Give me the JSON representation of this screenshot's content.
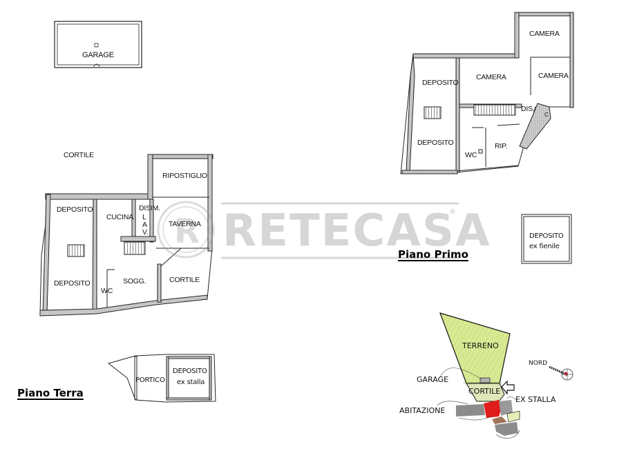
{
  "watermark": {
    "text": "RETECASA",
    "registered": "®"
  },
  "piano_terra": {
    "title": "Piano Terra",
    "garage": "GARAGE",
    "cortile_outside": "CORTILE",
    "rooms": {
      "ripostiglio": "RIPOSTIGLIO",
      "deposito_1": "DEPOSITO",
      "deposito_2": "DEPOSITO",
      "cucina": "CUCINA",
      "disim": "DISIM.",
      "lav_l": "L",
      "lav_a": "A",
      "lav_v": "V.",
      "taverna": "TAVERNA",
      "wc": "WC",
      "sogg": "SOGG.",
      "cortile": "CORTILE"
    },
    "annex": {
      "portico": "PORTICO",
      "deposito": "DEPOSITO",
      "deposito_sub": "ex stalla"
    }
  },
  "piano_primo": {
    "title": "Piano Primo",
    "rooms": {
      "camera_top": "CAMERA",
      "camera_mid": "CAMERA",
      "camera_right": "CAMERA",
      "deposito_1": "DEPOSITO",
      "deposito_2": "DEPOSITO",
      "dis": "DIS.",
      "c": "C",
      "wc": "WC",
      "rip": "RIP."
    },
    "annex": {
      "deposito": "DEPOSITO",
      "deposito_sub": "ex fienile"
    }
  },
  "site_map": {
    "terreno": "TERRENO",
    "garage": "GARAGE",
    "cortile": "CORTILE",
    "ex_stalla": "EX STALLA",
    "abitazione": "ABITAZIONE",
    "nord": "NORD",
    "colors": {
      "terreno": "#d6e88a",
      "cortile": "#dfe6b8",
      "abitazione": "#e01b1b",
      "buildings": "#8c8c8c",
      "ex_stalla": "#a0735a"
    }
  }
}
